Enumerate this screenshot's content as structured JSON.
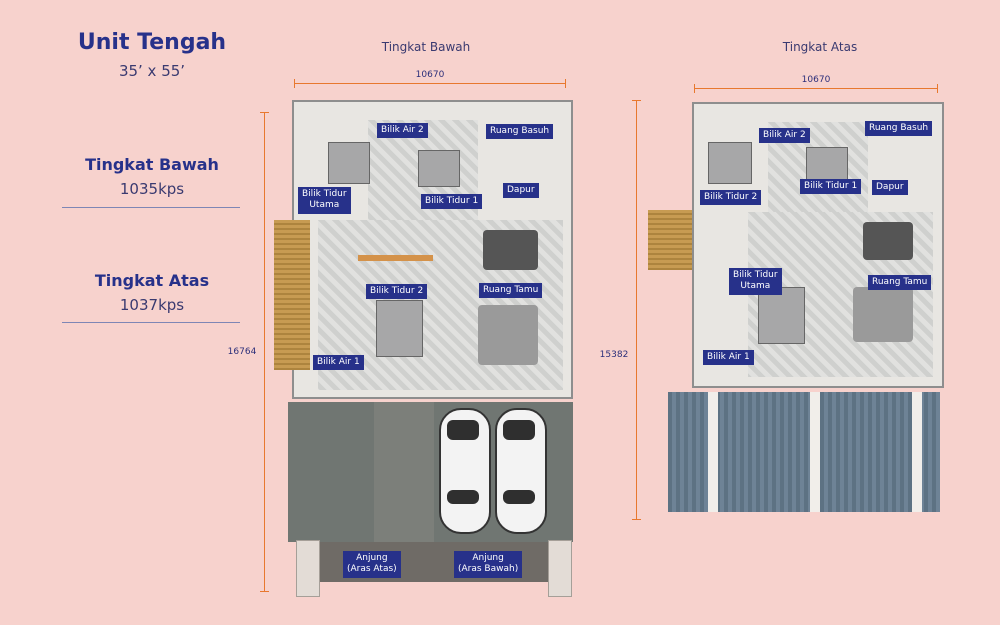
{
  "unit": {
    "title": "Unit Tengah",
    "size": "35’ x 55’"
  },
  "floors_summary": [
    {
      "name": "Tingkat Bawah",
      "area": "1035kps"
    },
    {
      "name": "Tingkat Atas",
      "area": "1037kps"
    }
  ],
  "ground_plan": {
    "title": "Tingkat Bawah",
    "width_dim": "10670",
    "height_dim": "16764",
    "rooms": {
      "bilik_air_2": "Bilik Air 2",
      "ruang_basuh": "Ruang Basuh",
      "bilik_tidur_utama": "Bilik Tidur\nUtama",
      "bilik_tidur_1": "Bilik Tidur 1",
      "dapur": "Dapur",
      "bilik_tidur_2": "Bilik Tidur 2",
      "ruang_tamu": "Ruang Tamu",
      "bilik_air_1": "Bilik Air 1",
      "anjung_atas": "Anjung\n(Aras Atas)",
      "anjung_bawah": "Anjung\n(Aras Bawah)"
    }
  },
  "upper_plan": {
    "title": "Tingkat Atas",
    "width_dim": "10670",
    "height_dim": "15382",
    "rooms": {
      "bilik_air_2": "Bilik Air 2",
      "ruang_basuh": "Ruang Basuh",
      "bilik_tidur_2": "Bilik Tidur 2",
      "bilik_tidur_1": "Bilik Tidur 1",
      "dapur": "Dapur",
      "bilik_tidur_utama": "Bilik Tidur\nUtama",
      "ruang_tamu": "Ruang Tamu",
      "bilik_air_1": "Bilik Air 1"
    }
  },
  "colors": {
    "background": "#f7d2cd",
    "label_bg": "#27318a",
    "dimension": "#e8782e"
  }
}
